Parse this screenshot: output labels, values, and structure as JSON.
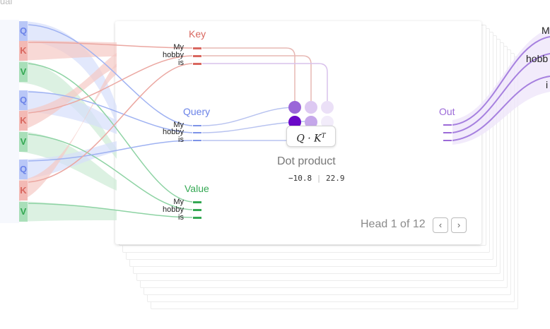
{
  "top_left_text": "ual",
  "qkv_column": [
    "Q",
    "K",
    "V",
    "Q",
    "K",
    "V",
    "Q",
    "K",
    "V"
  ],
  "key": {
    "title": "Key",
    "words": [
      "My",
      "hobby",
      "is"
    ]
  },
  "query": {
    "title": "Query",
    "words": [
      "My",
      "hobby",
      "is"
    ]
  },
  "value": {
    "title": "Value",
    "words": [
      "My",
      "hobby",
      "is"
    ]
  },
  "out": {
    "title": "Out"
  },
  "right_edge_words": [
    "M",
    "hobb",
    "i"
  ],
  "formula": {
    "main": "Q · K",
    "sup": "T"
  },
  "dot_product_label": "Dot product",
  "range": {
    "min": "−10.8",
    "separator": "|",
    "max": "22.9"
  },
  "head": {
    "label": "Head 1 of 12",
    "prev": "‹",
    "next": "›"
  },
  "colors": {
    "key": "#d9675f",
    "query": "#6b83e8",
    "value": "#34a853",
    "out": "#9c6ad8"
  }
}
